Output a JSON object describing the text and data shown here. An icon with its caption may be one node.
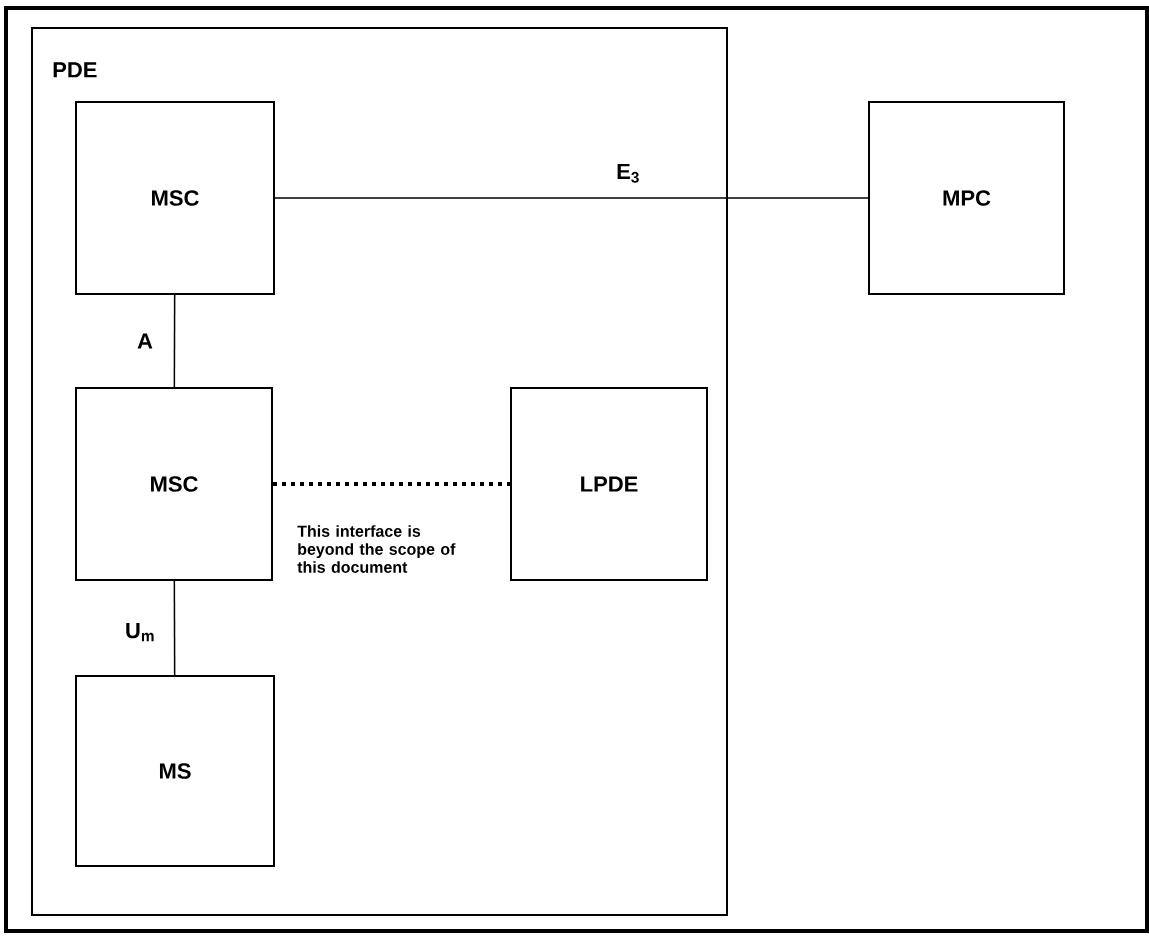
{
  "diagram": {
    "nodes": [
      {
        "text": [
          "PDE"
        ]
      },
      {
        "text": [
          "MSC"
        ],
        "in": 0
      },
      {
        "text": [
          "MSC"
        ],
        "in": 0
      },
      {
        "text": [
          "LPDE"
        ],
        "in": 0
      },
      {
        "text": [
          "MS"
        ],
        "in": 0
      },
      {
        "text": [
          "MPC"
        ]
      }
    ],
    "edges": [
      {
        "from": 1,
        "to": 5,
        "arrow": "none",
        "label": "E$_{3}$"
      },
      {
        "from": 1,
        "to": 2,
        "arrow": "none",
        "label": "A"
      },
      {
        "from": 2,
        "to": 3,
        "arrow": "none",
        "style": "dashed",
        "label": "This interface is beyond the scope of this document"
      },
      {
        "from": 2,
        "to": 4,
        "arrow": "none",
        "label": "U$_{m}$"
      }
    ]
  }
}
